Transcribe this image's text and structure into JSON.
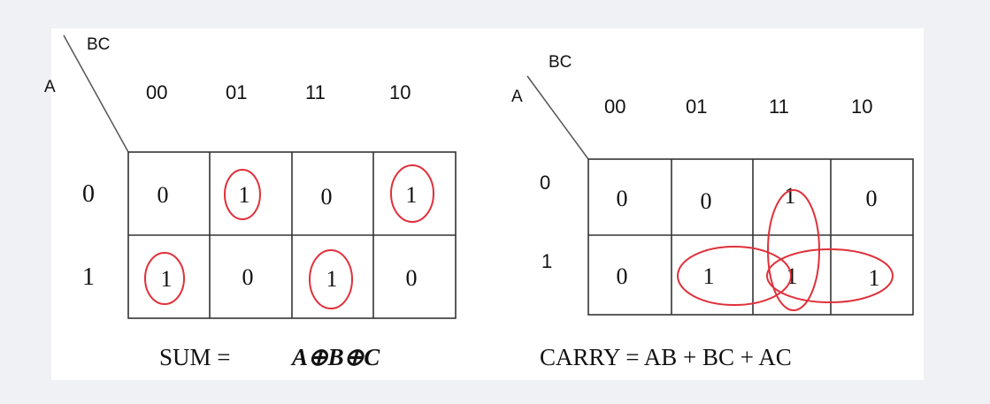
{
  "sum_map": {
    "row_var": "A",
    "col_var": "BC",
    "col_headers": [
      "00",
      "01",
      "11",
      "10"
    ],
    "row_headers": [
      "0",
      "1"
    ],
    "cells": [
      [
        "0",
        "1",
        "0",
        "1"
      ],
      [
        "1",
        "0",
        "1",
        "0"
      ]
    ],
    "equation_label": "SUM =",
    "equation_expr": "A⊕B⊕C"
  },
  "carry_map": {
    "row_var": "A",
    "col_var": "BC",
    "col_headers": [
      "00",
      "01",
      "11",
      "10"
    ],
    "row_headers": [
      "0",
      "1"
    ],
    "cells": [
      [
        "0",
        "0",
        "1",
        "0"
      ],
      [
        "0",
        "1",
        "1",
        "1"
      ]
    ],
    "equation": "CARRY = AB + BC + AC"
  },
  "loop_color": "#e0303a"
}
